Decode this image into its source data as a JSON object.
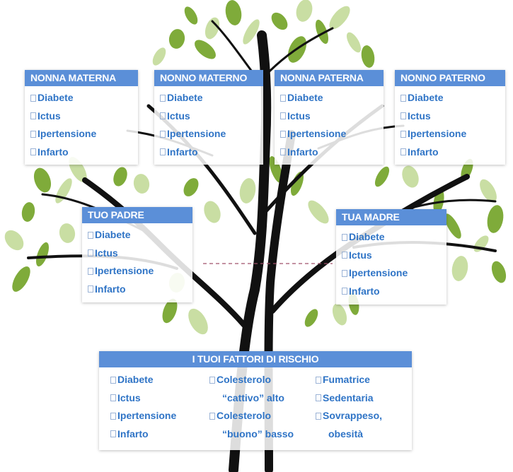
{
  "grandparents": [
    {
      "id": "nonna-materna",
      "title": "NONNA MATERNA",
      "items": [
        "Diabete",
        "Ictus",
        "Ipertensione",
        "Infarto"
      ]
    },
    {
      "id": "nonno-materno",
      "title": "NONNO MATERNO",
      "items": [
        "Diabete",
        "Ictus",
        "Ipertensione",
        "Infarto"
      ]
    },
    {
      "id": "nonna-paterna",
      "title": "NONNA PATERNA",
      "items": [
        "Diabete",
        "Ictus",
        "Ipertensione",
        "Infarto"
      ]
    },
    {
      "id": "nonno-paterno",
      "title": "NONNO PATERNO",
      "items": [
        "Diabete",
        "Ictus",
        "Ipertensione",
        "Infarto"
      ]
    }
  ],
  "parents": [
    {
      "id": "tuo-padre",
      "title": "TUO PADRE",
      "items": [
        "Diabete",
        "Ictus",
        "Ipertensione",
        "Infarto"
      ]
    },
    {
      "id": "tua-madre",
      "title": "TUA MADRE",
      "items": [
        "Diabete",
        "Ictus",
        "Ipertensione",
        "Infarto"
      ]
    }
  ],
  "risk": {
    "title": "I TUOI FATTORI DI RISCHIO",
    "col1": [
      "Diabete",
      "Ictus",
      "Ipertensione",
      "Infarto"
    ],
    "col2": [
      {
        "text": "Colesterolo",
        "box": true
      },
      {
        "text": "“cattivo” alto",
        "box": false
      },
      {
        "text": "Colesterolo",
        "box": true
      },
      {
        "text": "“buono” basso",
        "box": false
      }
    ],
    "col3": [
      {
        "text": "Fumatrice",
        "box": true
      },
      {
        "text": "Sedentaria",
        "box": true
      },
      {
        "text": "Sovrappeso,",
        "box": true
      },
      {
        "text": "obesità",
        "box": false
      }
    ]
  },
  "colors": {
    "header": "#5b8fd8",
    "item_text": "#2f74c6",
    "trunk": "#111111",
    "leaf_dark": "#7fab3a",
    "leaf_light": "#c9dea3",
    "dashed_line": "#a0506a"
  }
}
